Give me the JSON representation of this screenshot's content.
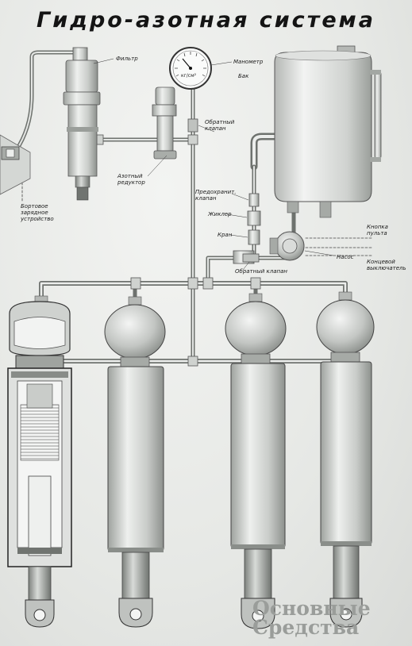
{
  "title": "Гидро-азотная система",
  "labels": {
    "filter": "Фильтр",
    "manometer": "Манометр",
    "tank": "Бак",
    "check_valve_top": "Обратный клапан",
    "nitrogen_reducer": "Азотный редуктор",
    "onboard_charging": "Бортовое зарядное устройство",
    "relief_valve": "Предохранит. клапан",
    "jiggler": "Жиклер",
    "valve": "Кран",
    "pump": "Насос",
    "check_valve_bottom": "Обратный клапан",
    "console_button": "Кнопка пульта",
    "limit_switch": "Концевой выключатель",
    "gauge_unit": "кг/см²"
  },
  "watermark": {
    "line1": "Основные",
    "line2": "Средства"
  }
}
